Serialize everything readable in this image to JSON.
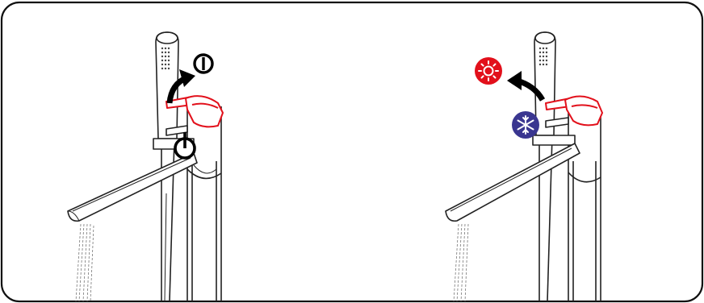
{
  "panels": [
    {
      "id": "on-off",
      "icons": [
        "power-on-icon",
        "power-off-icon"
      ],
      "arrow": "curved-up-arrow"
    },
    {
      "id": "temperature",
      "icons": [
        "hot-sun-icon",
        "cold-snowflake-icon"
      ],
      "arrow": "curved-left-arrow"
    }
  ],
  "colors": {
    "frame": "#111111",
    "line": "#222222",
    "accent_red": "#e2101b",
    "hot": "#e2101b",
    "cold": "#3a3690",
    "arrow": "#000000"
  }
}
